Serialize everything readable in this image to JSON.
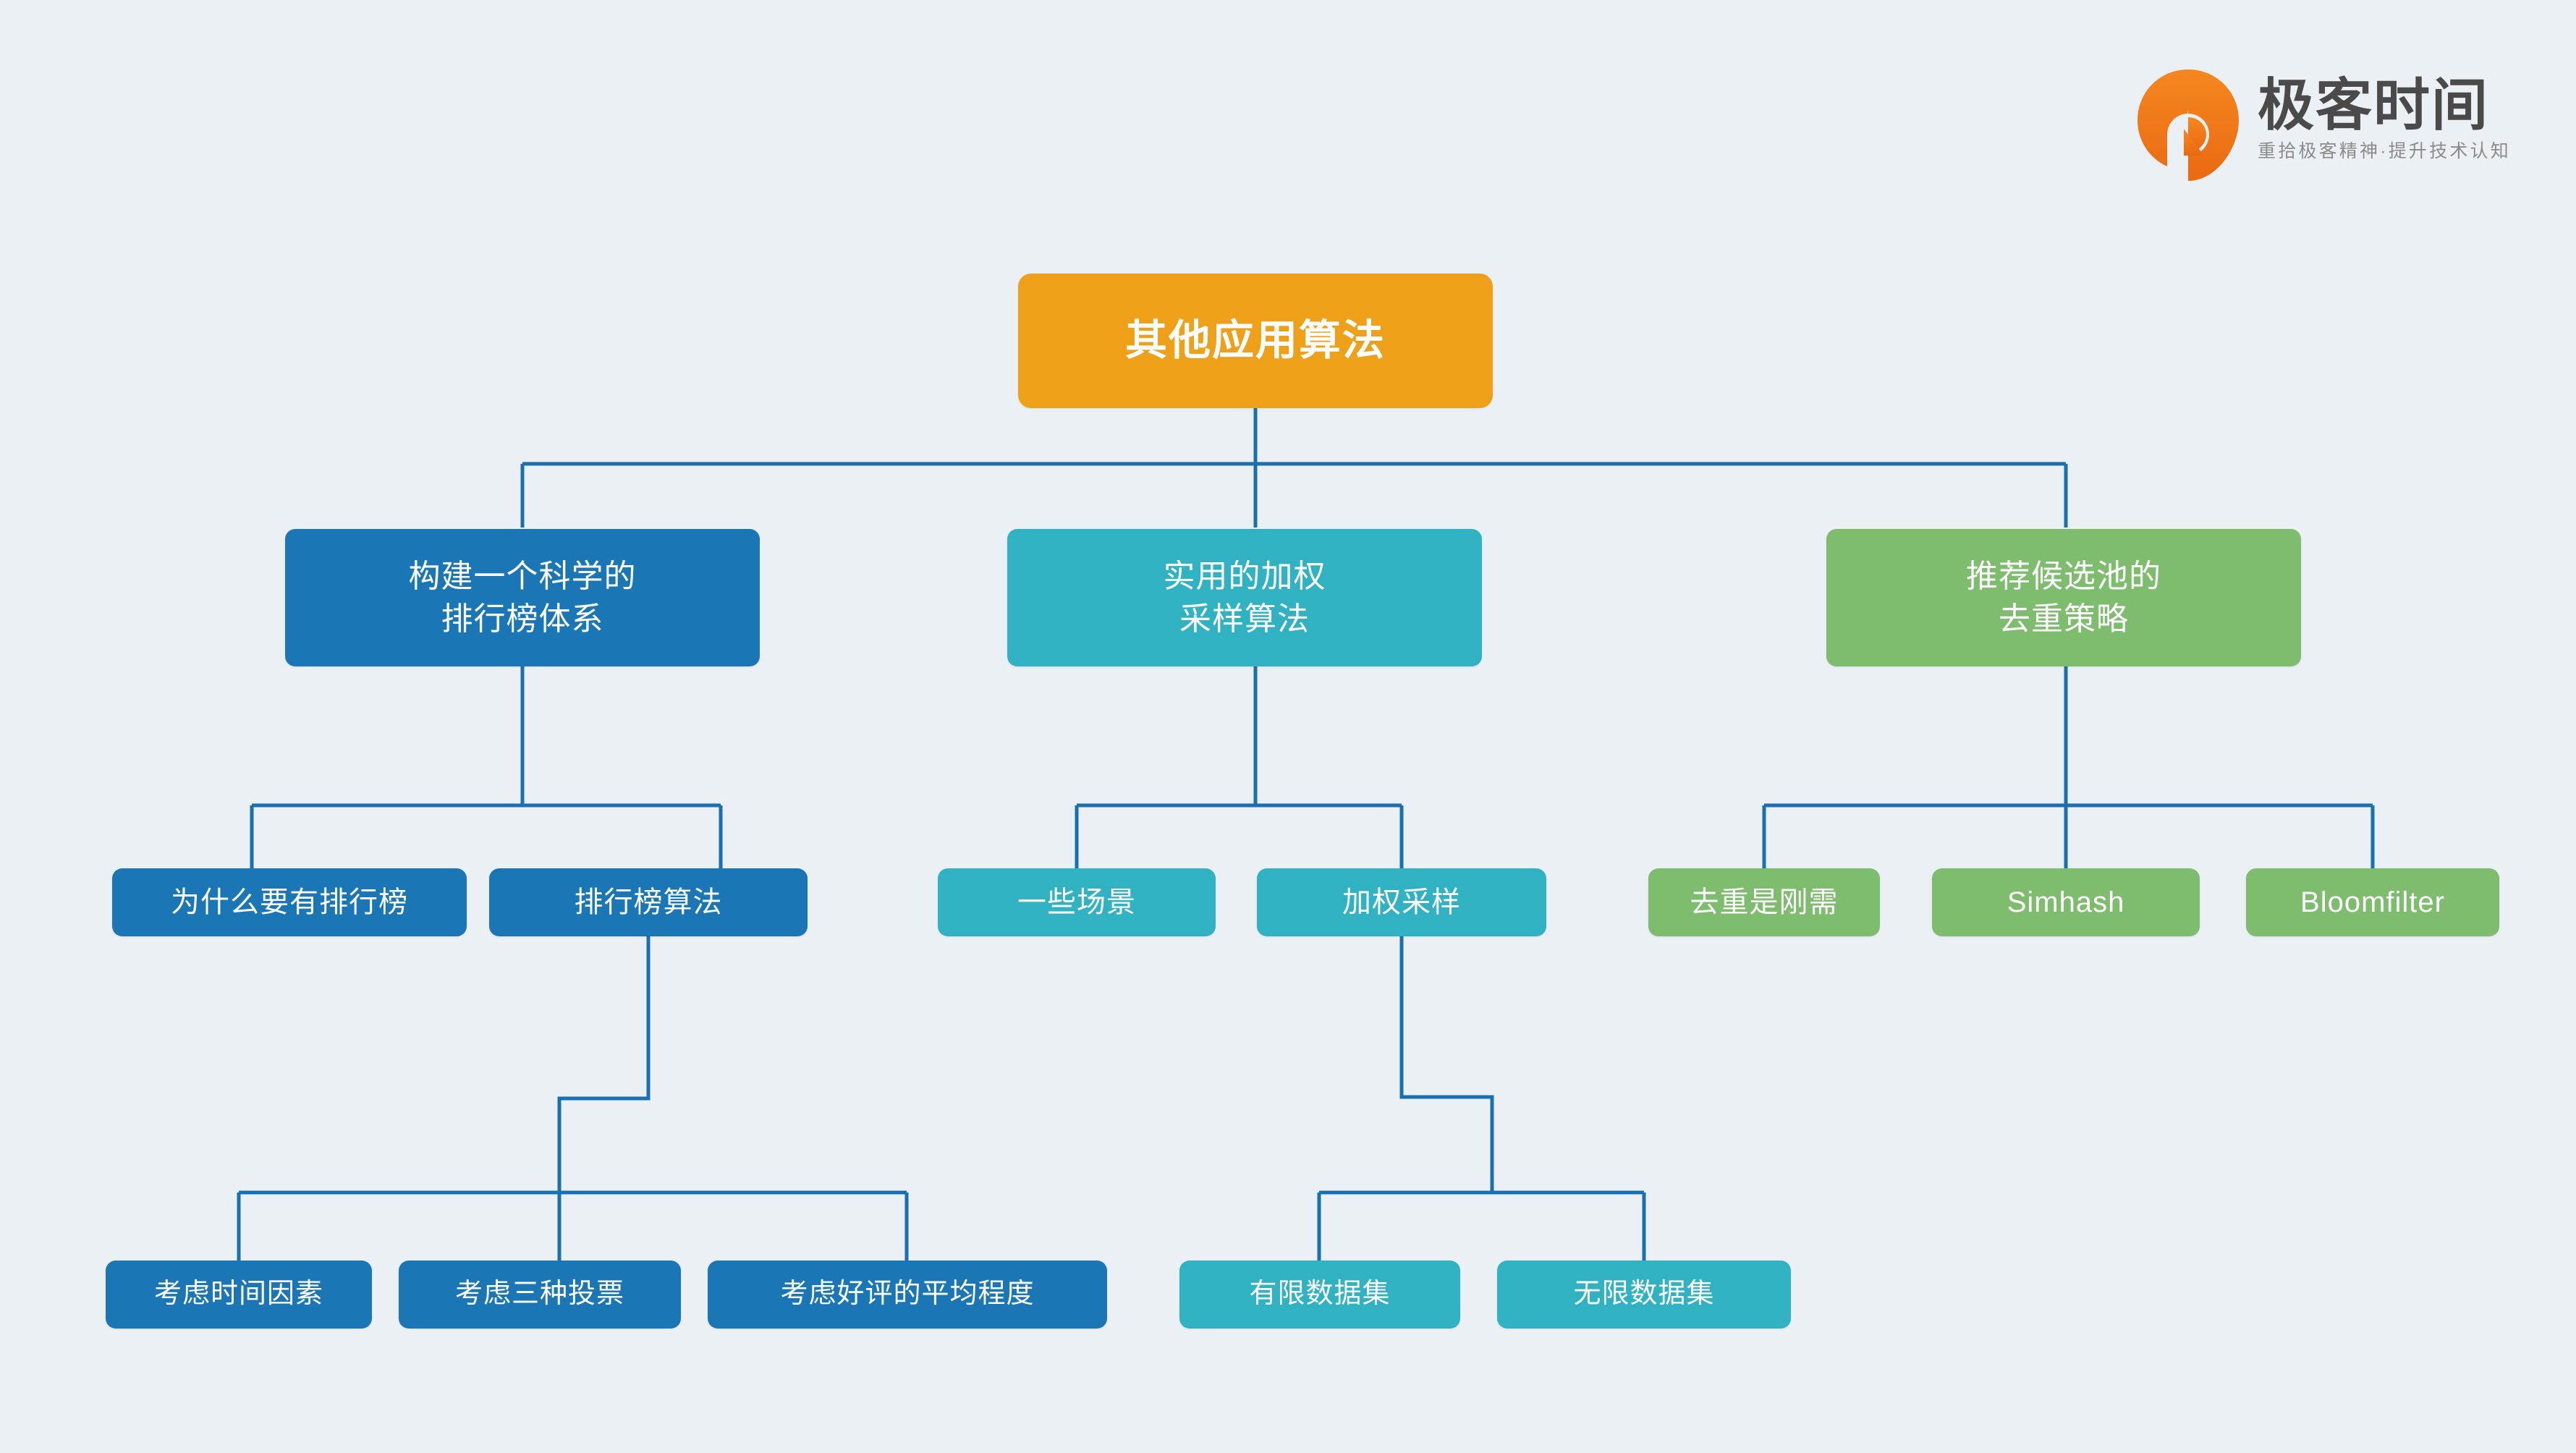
{
  "background_color": "#ebf0f5",
  "brand": {
    "logo_icon": "geektime-ring-arrow-logo",
    "title": "极客时间",
    "tagline": "重拾极客精神·提升技术认知",
    "logo_color": "#f07818",
    "title_color": "#4a4a4a",
    "tagline_color": "#8b8b8b"
  },
  "palette": {
    "orange": "#efa019",
    "blue": "#1a76b5",
    "teal": "#30b2c3",
    "green": "#7ebc6e",
    "link": "#1a6fb0"
  },
  "chart_data": {
    "type": "tree-diagram",
    "title": "其他应用算法",
    "root": {
      "id": "root",
      "label": "其他应用算法",
      "color": "#efa019"
    },
    "branches": [
      {
        "id": "b1",
        "label": "构建一个科学的\n排行榜体系",
        "color": "#1a76b5",
        "children": [
          {
            "id": "b1c1",
            "label": "为什么要有排行榜",
            "color": "#1a76b5",
            "children": []
          },
          {
            "id": "b1c2",
            "label": "排行榜算法",
            "color": "#1a76b5",
            "children": [
              {
                "id": "b1c2g1",
                "label": "考虑时间因素",
                "color": "#1a76b5"
              },
              {
                "id": "b1c2g2",
                "label": "考虑三种投票",
                "color": "#1a76b5"
              },
              {
                "id": "b1c2g3",
                "label": "考虑好评的平均程度",
                "color": "#1a76b5"
              }
            ]
          }
        ]
      },
      {
        "id": "b2",
        "label": "实用的加权\n采样算法",
        "color": "#30b2c3",
        "children": [
          {
            "id": "b2c1",
            "label": "一些场景",
            "color": "#30b2c3",
            "children": []
          },
          {
            "id": "b2c2",
            "label": "加权采样",
            "color": "#30b2c3",
            "children": [
              {
                "id": "b2c2g1",
                "label": "有限数据集",
                "color": "#30b2c3"
              },
              {
                "id": "b2c2g2",
                "label": "无限数据集",
                "color": "#30b2c3"
              }
            ]
          }
        ]
      },
      {
        "id": "b3",
        "label": "推荐候选池的\n去重策略",
        "color": "#7ebc6e",
        "children": [
          {
            "id": "b3c1",
            "label": "去重是刚需",
            "color": "#7ebc6e",
            "children": []
          },
          {
            "id": "b3c2",
            "label": "Simhash",
            "color": "#7ebc6e",
            "children": []
          },
          {
            "id": "b3c3",
            "label": "Bloomfilter",
            "color": "#7ebc6e",
            "children": []
          }
        ]
      }
    ],
    "node_labels_flat": [
      "其他应用算法",
      "构建一个科学的 排行榜体系",
      "实用的加权 采样算法",
      "推荐候选池的 去重策略",
      "为什么要有排行榜",
      "排行榜算法",
      "一些场景",
      "加权采样",
      "去重是刚需",
      "Simhash",
      "Bloomfilter",
      "考虑时间因素",
      "考虑三种投票",
      "考虑好评的平均程度",
      "有限数据集",
      "无限数据集"
    ]
  }
}
